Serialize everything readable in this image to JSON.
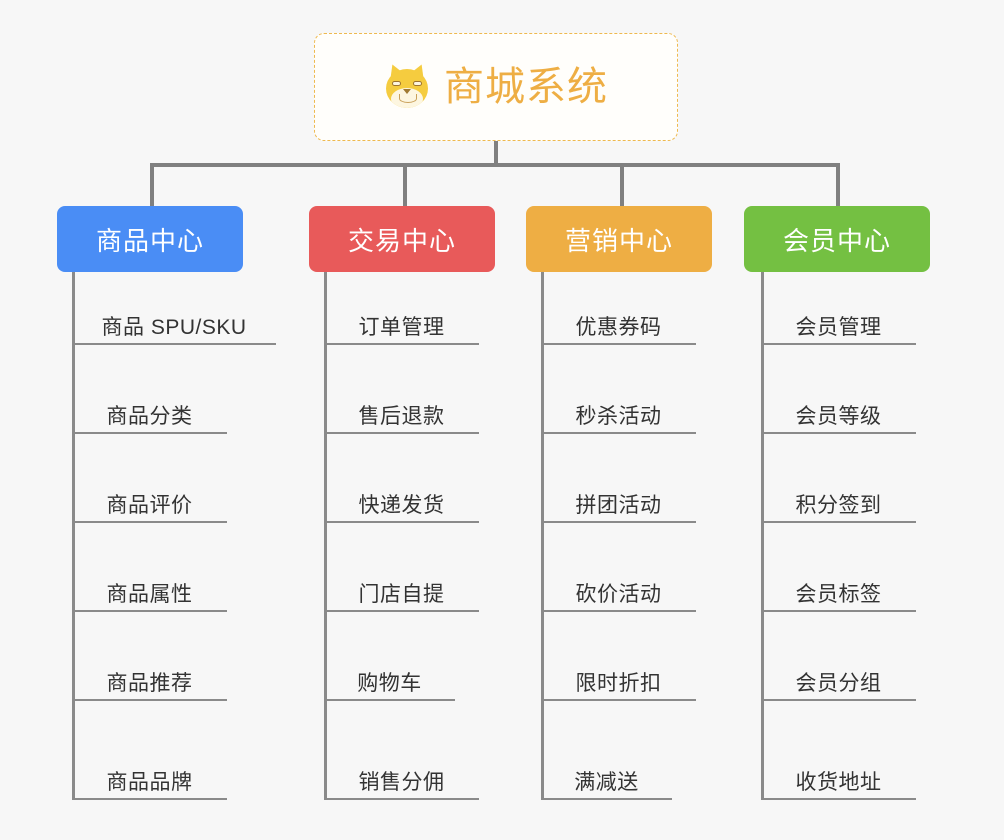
{
  "root": {
    "title": "商城系统",
    "icon": "dog-icon",
    "border_color": "#eeb94f",
    "text_color": "#eeae44"
  },
  "canvas": {
    "background": "#f7f7f7",
    "connector_color": "#808080"
  },
  "branches": [
    {
      "id": "product-center",
      "label": "商品中心",
      "color": "#4a8df5",
      "items": [
        "商品 SPU/SKU",
        "商品分类",
        "商品评价",
        "商品属性",
        "商品推荐",
        "商品品牌"
      ]
    },
    {
      "id": "trade-center",
      "label": "交易中心",
      "color": "#e85a5a",
      "items": [
        "订单管理",
        "售后退款",
        "快递发货",
        "门店自提",
        "购物车",
        "销售分佣"
      ]
    },
    {
      "id": "marketing-center",
      "label": "营销中心",
      "color": "#eeae44",
      "items": [
        "优惠券码",
        "秒杀活动",
        "拼团活动",
        "砍价活动",
        "限时折扣",
        "满减送"
      ]
    },
    {
      "id": "member-center",
      "label": "会员中心",
      "color": "#74c042",
      "items": [
        "会员管理",
        "会员等级",
        "积分签到",
        "会员标签",
        "会员分组",
        "收货地址"
      ]
    }
  ]
}
